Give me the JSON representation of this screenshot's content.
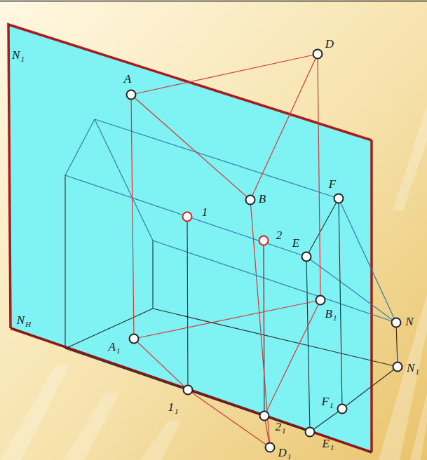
{
  "diagram": {
    "labels": [
      "N1",
      "A",
      "D",
      "B",
      "F",
      "1",
      "2",
      "E",
      "B1",
      "N",
      "NH",
      "A1",
      "N1",
      "11",
      "F1",
      "21",
      "D1",
      "E1"
    ]
  }
}
